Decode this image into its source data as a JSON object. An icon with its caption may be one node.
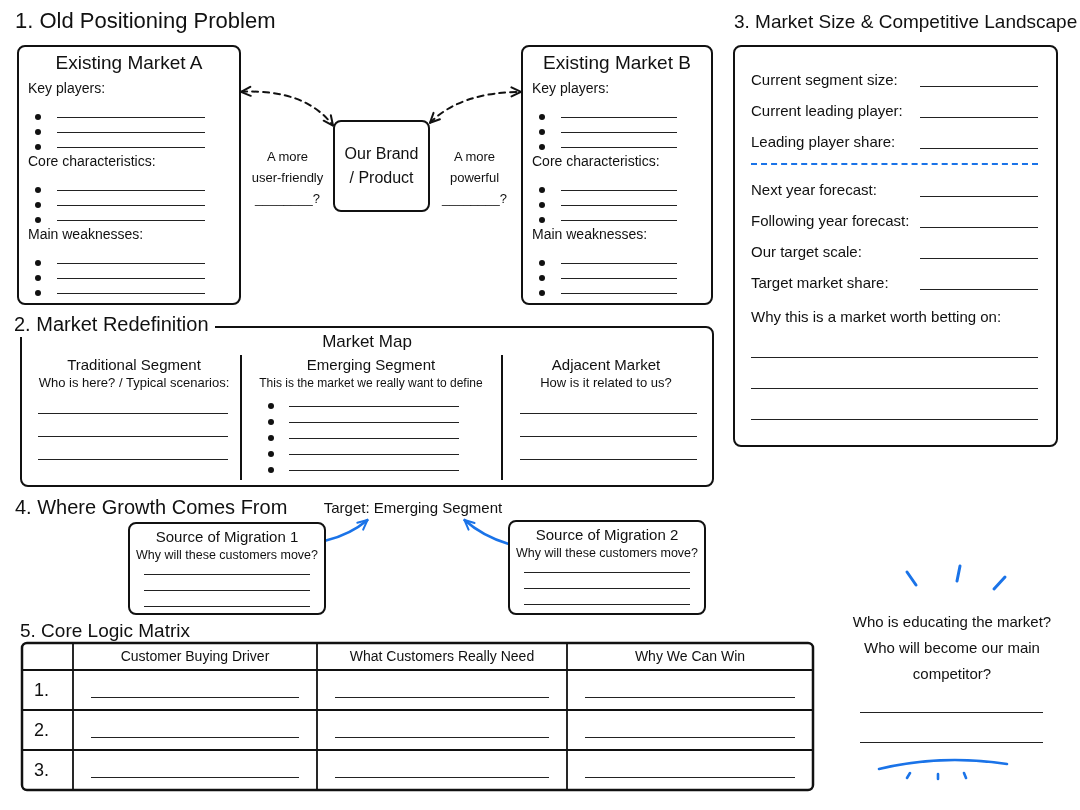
{
  "diagram": {
    "nodes": [
      {
        "text": [
          "Existing Market A",
          "Key players:",
          "Core characteristics:",
          "Main weaknesses:"
        ]
      },
      {
        "text": [
          "Our Brand / Product"
        ]
      },
      {
        "text": [
          "Existing Market B",
          "Key players:",
          "Core characteristics:",
          "Main weaknesses:"
        ]
      },
      {
        "text": [
          "3. Market Size & Competitive Landscape",
          "Current segment size:",
          "Current leading player:",
          "Leading player share:",
          "Next year forecast:",
          "Following year forecast:",
          "Our target scale:",
          "Target market share:",
          "Why this is a market worth betting on:"
        ]
      },
      {
        "text": [
          "2. Market Redefinition",
          "Market Map",
          "Traditional Segment",
          "Who is here? / Typical scenarios:",
          "Emerging Segment",
          "This is the market we really want to define",
          "Adjacent Market",
          "How is it related to us?"
        ]
      },
      {
        "text": [
          "Target: Emerging Segment"
        ]
      },
      {
        "text": [
          "Source of Migration 1",
          "Why will these customers move?"
        ]
      },
      {
        "text": [
          "Source of Migration 2",
          "Why will these customers move?"
        ]
      }
    ],
    "edges": [
      {
        "from": 0,
        "to": 1,
        "arrow": "both",
        "style": "dashed",
        "label": "A more user-friendly ________?"
      },
      {
        "from": 1,
        "to": 2,
        "arrow": "both",
        "style": "dashed",
        "label": "A more powerful ________?"
      },
      {
        "from": 6,
        "to": 5,
        "arrow": "to",
        "color": "#1a73e8"
      },
      {
        "from": 7,
        "to": 5,
        "arrow": "to",
        "color": "#1a73e8"
      }
    ],
    "labels": [
      "1. Old Positioning Problem",
      "4. Where Growth Comes From",
      "5. Core Logic Matrix",
      "Customer Buying Driver",
      "What Customers Really Need",
      "Why We Can Win",
      "1.",
      "2.",
      "3.",
      "Who is educating the market? Who will become our main competitor?"
    ]
  }
}
